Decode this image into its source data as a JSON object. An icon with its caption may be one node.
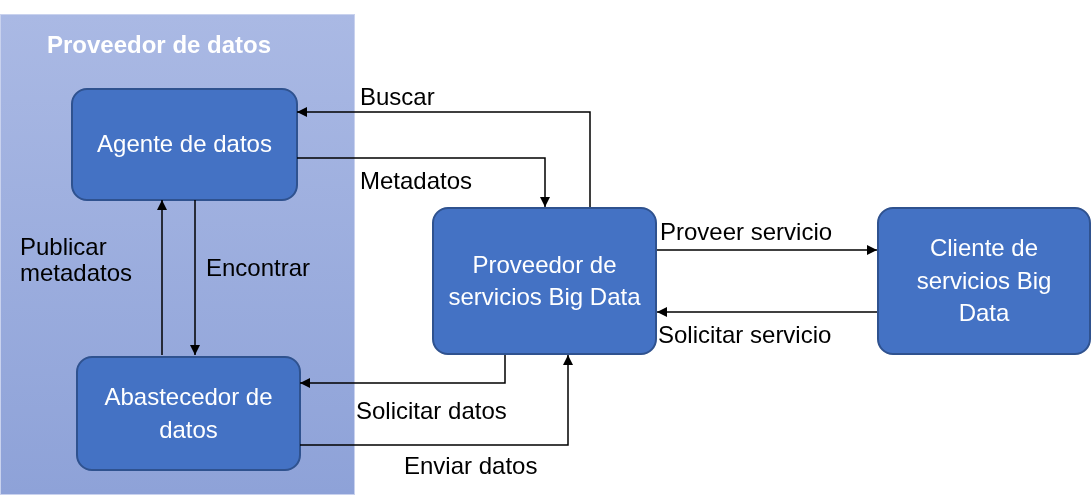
{
  "diagram": {
    "nodes": [
      {
        "text": [
          "Proveedor de datos"
        ]
      },
      {
        "text": [
          "Agente de datos"
        ],
        "in": 0
      },
      {
        "text": [
          "Abastecedor de datos"
        ],
        "in": 0
      },
      {
        "text": [
          "Proveedor de servicios Big Data"
        ]
      },
      {
        "text": [
          "Cliente de servicios Big Data"
        ]
      }
    ],
    "edges": [
      {
        "from": 3,
        "to": 1,
        "arrow": "to",
        "label": "Buscar"
      },
      {
        "from": 1,
        "to": 3,
        "arrow": "to",
        "label": "Metadatos"
      },
      {
        "from": 2,
        "to": 1,
        "arrow": "to",
        "label": "Publicar metadatos"
      },
      {
        "from": 1,
        "to": 2,
        "arrow": "to",
        "label": "Encontrar"
      },
      {
        "from": 3,
        "to": 4,
        "arrow": "to",
        "label": "Proveer servicio"
      },
      {
        "from": 4,
        "to": 3,
        "arrow": "to",
        "label": "Solicitar servicio"
      },
      {
        "from": 3,
        "to": 2,
        "arrow": "to",
        "label": "Solicitar datos"
      },
      {
        "from": 2,
        "to": 3,
        "arrow": "to",
        "label": "Enviar datos"
      }
    ]
  }
}
